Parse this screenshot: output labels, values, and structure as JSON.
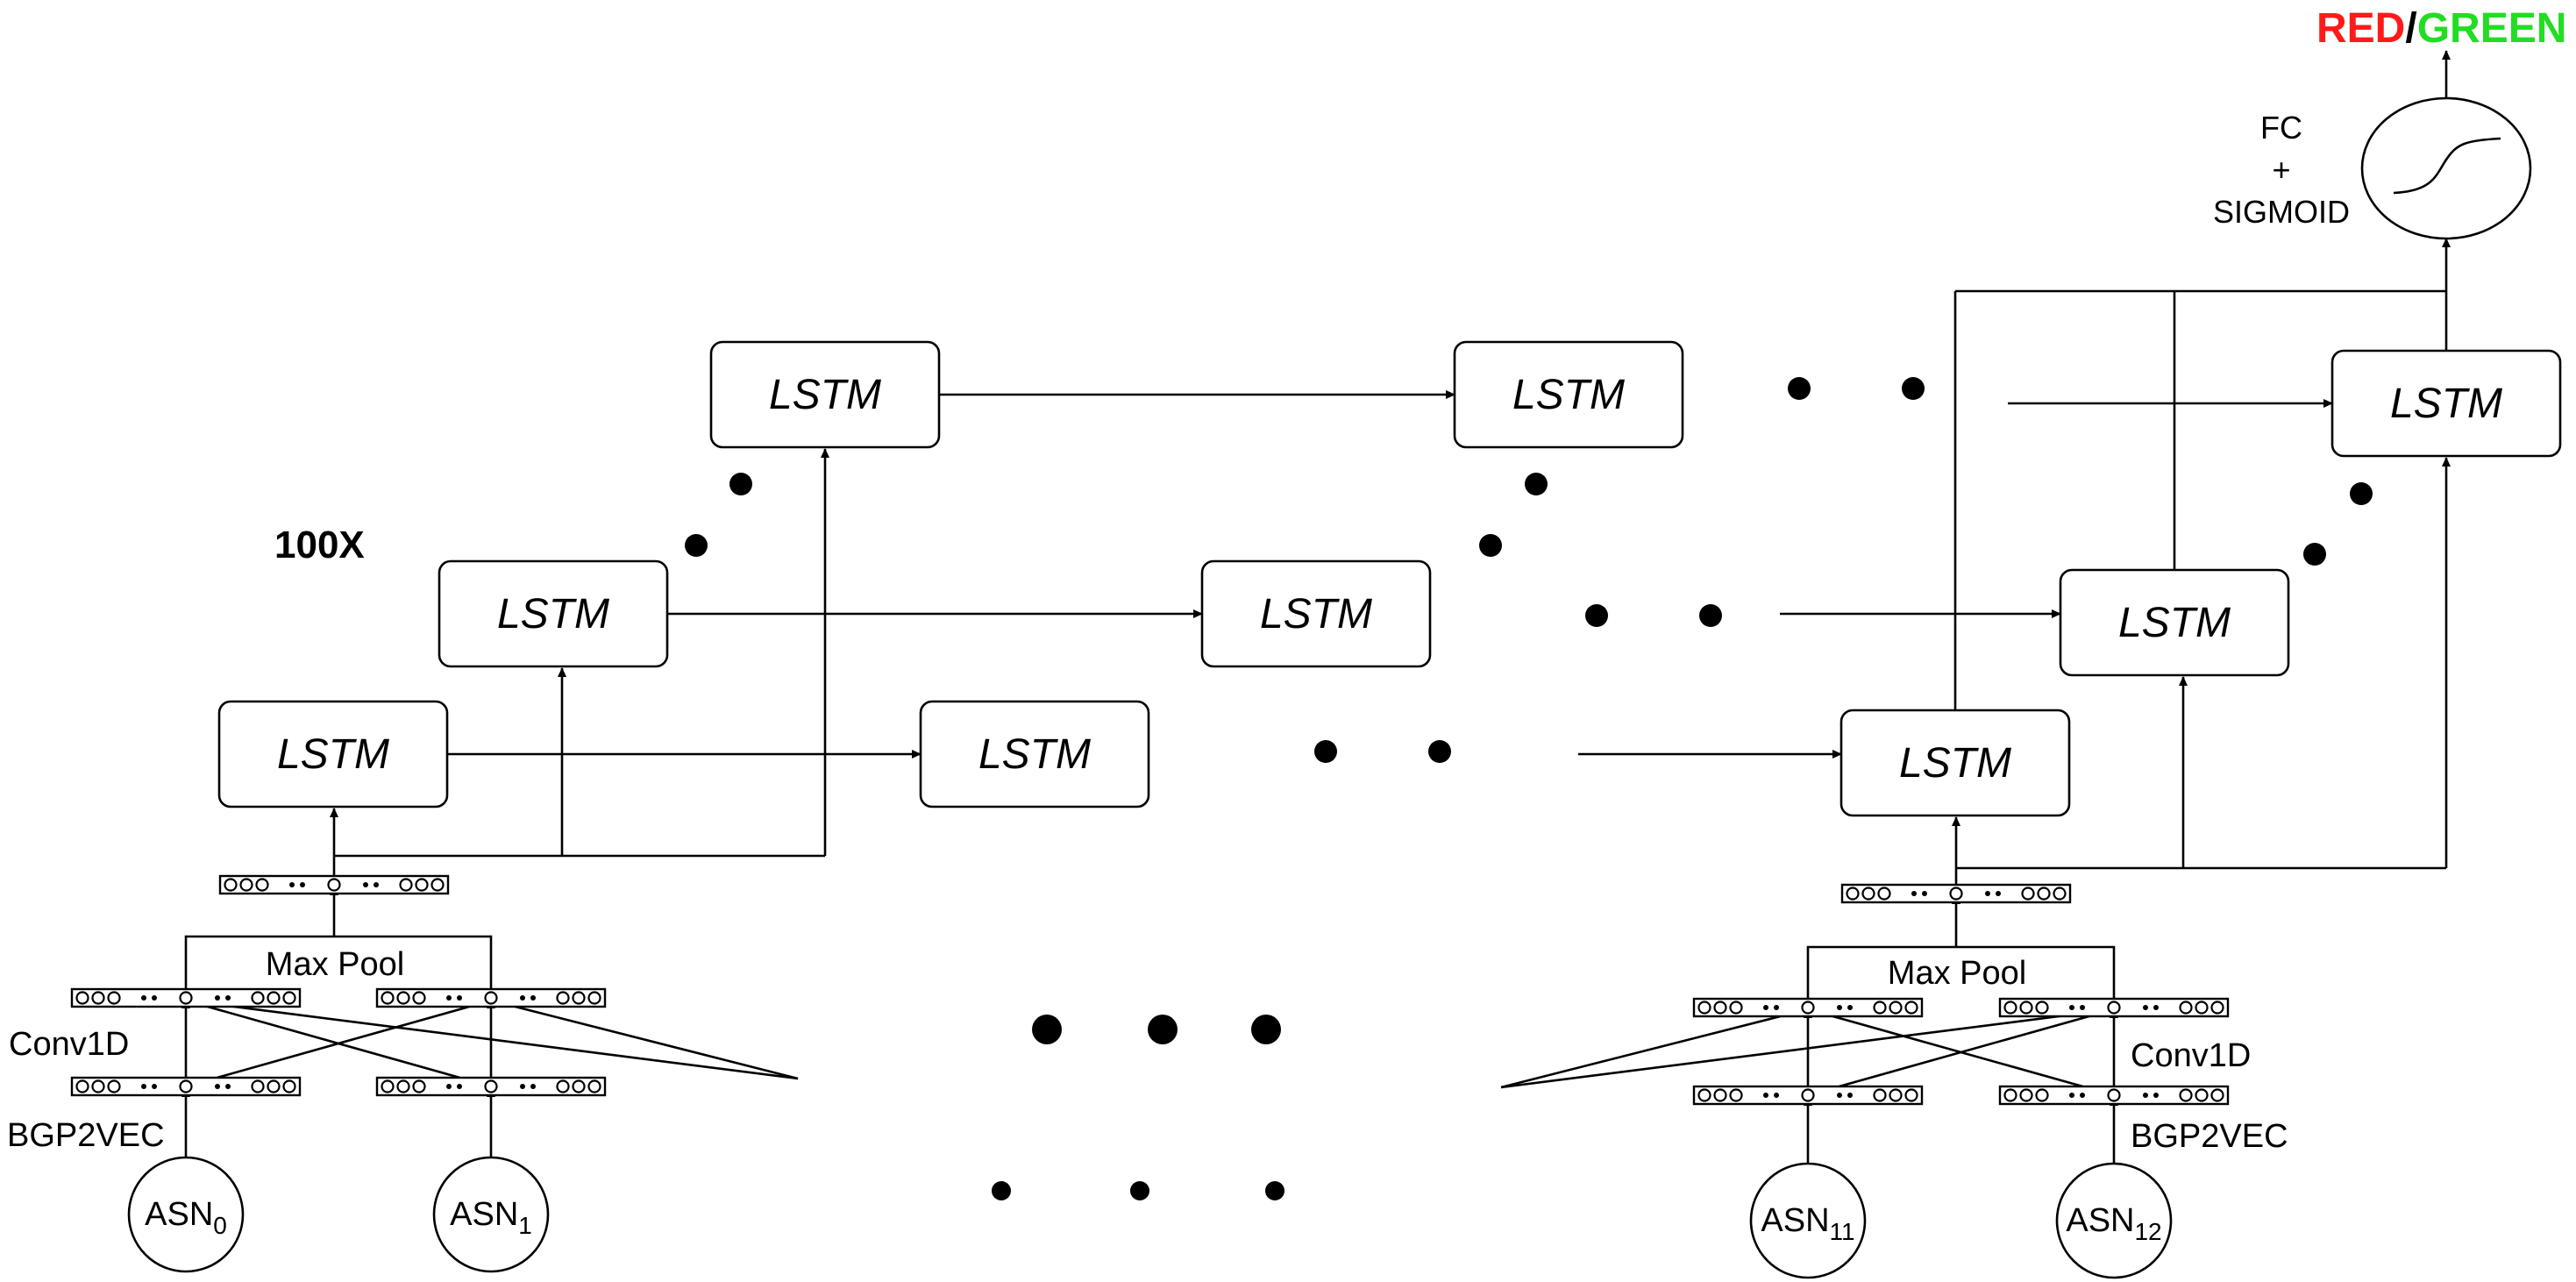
{
  "diagram": {
    "lstm_label": "LSTM",
    "repeat_label": "100X",
    "maxpool_label": "Max Pool",
    "conv_label": "Conv1D",
    "embed_label": "BGP2VEC",
    "fc_lines": [
      "FC",
      "+",
      "SIGMOID"
    ],
    "output": {
      "red": "RED",
      "slash": "/",
      "green": "GREEN",
      "red_color": "#ff1a1a",
      "green_color": "#22dd22"
    },
    "asn_left": [
      {
        "base": "ASN",
        "sub": "0"
      },
      {
        "base": "ASN",
        "sub": "1"
      }
    ],
    "asn_right": [
      {
        "base": "ASN",
        "sub": "11"
      },
      {
        "base": "ASN",
        "sub": "12"
      }
    ]
  }
}
